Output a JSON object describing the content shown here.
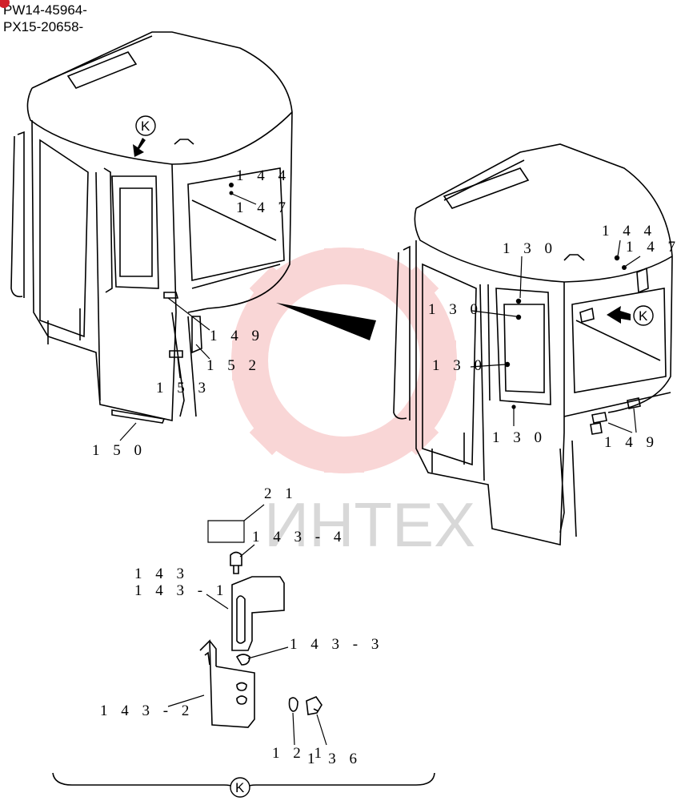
{
  "header": {
    "line1": "PW14-45964-",
    "line2": "PX15-20658-"
  },
  "watermark": {
    "text": "ИНТЕХ",
    "color": "#e84a4a"
  },
  "view_marker": "K",
  "labels": {
    "l144a": "1 4 4",
    "l147a": "1 4 7",
    "l149a": "1 4 9",
    "l152": "1 5 2",
    "l153": "1 5 3",
    "l150": "1 5 0",
    "l130a": "1 3 0",
    "l130b": "1 3 0",
    "l130c": "1 3 0",
    "l130d": "1 3 0",
    "l144b": "1 4 4",
    "l147b": "1 4 7",
    "l149b": "1 4 9",
    "l21": "2 1",
    "l1434": "1 4 3 - 4",
    "l143": "1 4 3",
    "l1431": "1 4 3 - 1",
    "l1433": "1 4 3 - 3",
    "l1432": "1 4 3 - 2",
    "l121": "1 2 1",
    "l136": "1 3 6"
  }
}
